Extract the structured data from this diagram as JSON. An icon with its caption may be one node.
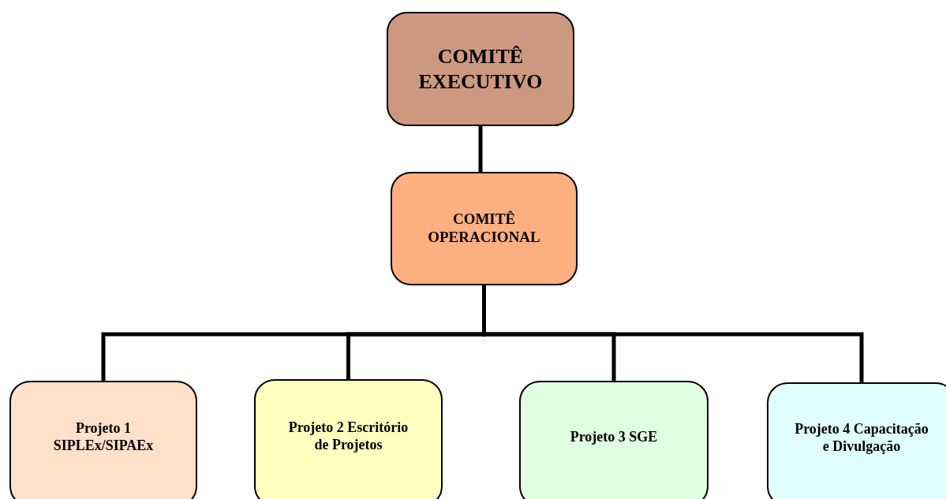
{
  "diagram": {
    "nodes": [
      {
        "text": [
          "COMITÊ EXECUTIVO"
        ]
      },
      {
        "text": [
          "COMITÊ OPERACIONAL"
        ]
      },
      {
        "text": [
          "Projeto 1 SIPLEx/SIPAEx"
        ]
      },
      {
        "text": [
          "Projeto 2 Escritório de Projetos"
        ]
      },
      {
        "text": [
          "Projeto 3 SGE"
        ]
      },
      {
        "text": [
          "Projeto 4 Capacitação e Divulgação"
        ]
      }
    ],
    "edges": [
      {
        "from": 0,
        "to": 1,
        "arrow": "none"
      },
      {
        "from": 1,
        "to": 2,
        "arrow": "none"
      },
      {
        "from": 1,
        "to": 3,
        "arrow": "none"
      },
      {
        "from": 1,
        "to": 4,
        "arrow": "none"
      },
      {
        "from": 1,
        "to": 5,
        "arrow": "none"
      }
    ]
  }
}
